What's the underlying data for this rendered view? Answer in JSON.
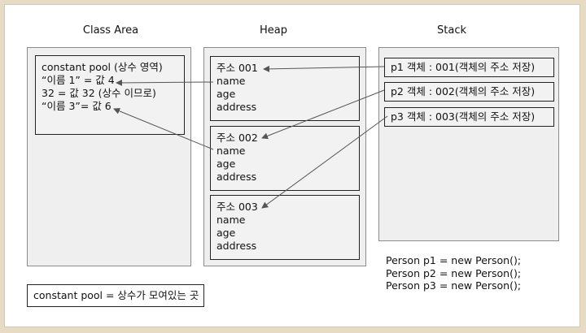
{
  "titles": {
    "class_area": "Class Area",
    "heap": "Heap",
    "stack": "Stack"
  },
  "class_area": {
    "lines": [
      "constant pool (상수 영역)",
      "“이름 1” = 값 4",
      "32 = 값 32 (상수 이므로)",
      "“이름 3”= 값 6"
    ]
  },
  "heap": {
    "objects": [
      {
        "address": "주소 001",
        "fields": [
          "name",
          "age",
          "address"
        ]
      },
      {
        "address": "주소 002",
        "fields": [
          "name",
          "age",
          "address"
        ]
      },
      {
        "address": "주소 003",
        "fields": [
          "name",
          "age",
          "address"
        ]
      }
    ]
  },
  "stack": {
    "items": [
      "p1 객체 : 001(객체의 주소 저장)",
      "p2 객체 : 002(객체의 주소 저장)",
      "p3 객체 : 003(객체의 주소 저장)"
    ]
  },
  "code": [
    "Person p1 = new Person();",
    "Person p2 = new Person();",
    "Person p3 = new Person();"
  ],
  "legend": "constant pool = 상수가 모여있는 곳",
  "colors": {
    "arrow": "#555555",
    "area_fill": "#efefef",
    "frame": "#e6dcc6"
  }
}
